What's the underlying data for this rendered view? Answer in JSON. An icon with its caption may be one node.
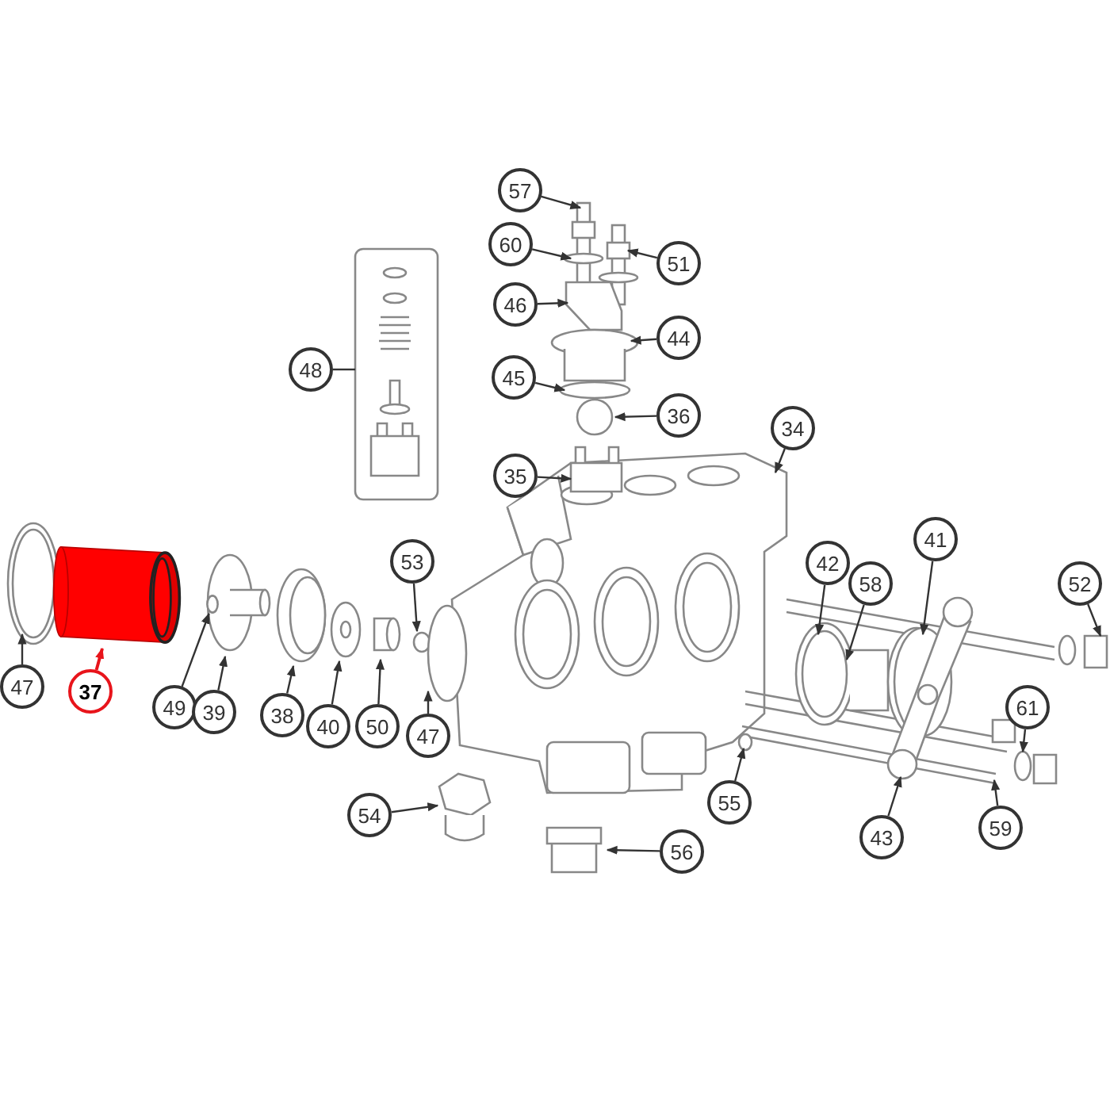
{
  "diagram": {
    "nodes": [
      {
        "text": [
          "57"
        ]
      },
      {
        "text": [
          "60"
        ]
      },
      {
        "text": [
          "51"
        ]
      },
      {
        "text": [
          "46"
        ]
      },
      {
        "text": [
          "44"
        ]
      },
      {
        "text": [
          "48"
        ]
      },
      {
        "text": [
          "45"
        ]
      },
      {
        "text": [
          "36"
        ]
      },
      {
        "text": [
          "34"
        ]
      },
      {
        "text": [
          "35"
        ]
      },
      {
        "text": [
          "53"
        ]
      },
      {
        "text": [
          "41"
        ]
      },
      {
        "text": [
          "42"
        ]
      },
      {
        "text": [
          "58"
        ]
      },
      {
        "text": [
          "52"
        ]
      },
      {
        "text": [
          "47"
        ]
      },
      {
        "text": [
          "37"
        ]
      },
      {
        "text": [
          "49"
        ]
      },
      {
        "text": [
          "39"
        ]
      },
      {
        "text": [
          "38"
        ]
      },
      {
        "text": [
          "40"
        ]
      },
      {
        "text": [
          "50"
        ]
      },
      {
        "text": [
          "47"
        ]
      },
      {
        "text": [
          "61"
        ]
      },
      {
        "text": [
          "55"
        ]
      },
      {
        "text": [
          "54"
        ]
      },
      {
        "text": [
          "59"
        ]
      },
      {
        "text": [
          "43"
        ]
      },
      {
        "text": [
          "56"
        ]
      },
      {
        "text": [],
        "shape": "cylinder"
      },
      {
        "text": [],
        "shape": "circle"
      }
    ],
    "edges": [
      {
        "from": 0,
        "to": null,
        "arrow": "to"
      },
      {
        "from": 1,
        "to": null,
        "arrow": "to"
      },
      {
        "from": 2,
        "to": null,
        "arrow": "to"
      },
      {
        "from": 3,
        "to": null,
        "arrow": "to"
      },
      {
        "from": 4,
        "to": null,
        "arrow": "to"
      },
      {
        "from": 5,
        "to": null,
        "arrow": "none"
      },
      {
        "from": 6,
        "to": null,
        "arrow": "to"
      },
      {
        "from": 7,
        "to": null,
        "arrow": "to"
      },
      {
        "from": 8,
        "to": null,
        "arrow": "to"
      },
      {
        "from": 9,
        "to": null,
        "arrow": "to"
      },
      {
        "from": 10,
        "to": null,
        "arrow": "to"
      },
      {
        "from": 11,
        "to": null,
        "arrow": "to"
      },
      {
        "from": 12,
        "to": null,
        "arrow": "to"
      },
      {
        "from": 13,
        "to": null,
        "arrow": "to"
      },
      {
        "from": 14,
        "to": null,
        "arrow": "to"
      },
      {
        "from": 15,
        "to": null,
        "arrow": "to"
      },
      {
        "from": 16,
        "to": 29,
        "arrow": "to",
        "color": "#e8141b"
      },
      {
        "from": 17,
        "to": 30,
        "arrow": "to"
      },
      {
        "from": 18,
        "to": null,
        "arrow": "to"
      },
      {
        "from": 19,
        "to": null,
        "arrow": "to"
      },
      {
        "from": 20,
        "to": null,
        "arrow": "to"
      },
      {
        "from": 21,
        "to": null,
        "arrow": "to"
      },
      {
        "from": 22,
        "to": null,
        "arrow": "to"
      },
      {
        "from": 23,
        "to": null,
        "arrow": "to"
      },
      {
        "from": 24,
        "to": null,
        "arrow": "to"
      },
      {
        "from": 25,
        "to": null,
        "arrow": "to"
      },
      {
        "from": 26,
        "to": null,
        "arrow": "to"
      },
      {
        "from": 27,
        "to": null,
        "arrow": "to"
      },
      {
        "from": 28,
        "to": null,
        "arrow": "to"
      }
    ]
  }
}
